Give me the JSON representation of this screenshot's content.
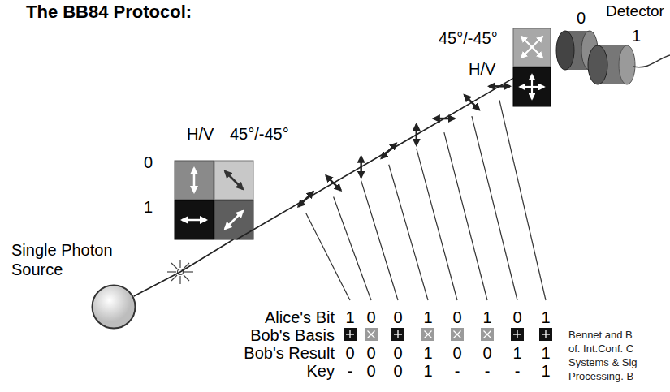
{
  "diagram": {
    "title": "The BB84 Protocol:",
    "nodes": [
      {
        "text": [
          "Single Photon Source"
        ]
      },
      {
        "text": [
          "H/V",
          "45°/-45°",
          "0",
          "1"
        ]
      },
      {
        "text": [
          "45°/-45°",
          "H/V"
        ]
      },
      {
        "text": [
          "Detector",
          "0",
          "1"
        ]
      }
    ],
    "edges": [
      {
        "from": 0,
        "to": 1,
        "arrow": "none"
      },
      {
        "from": 1,
        "to": 2,
        "arrow": "none"
      }
    ],
    "labels": [
      "Alice's Bit",
      "1",
      "0",
      "0",
      "1",
      "0",
      "1",
      "0",
      "1",
      "Bob's Basis",
      "Bob's Result",
      "0",
      "0",
      "0",
      "1",
      "0",
      "0",
      "1",
      "1",
      "Key",
      "-",
      "0",
      "0",
      "1",
      "-",
      "-",
      "-",
      "1",
      "Bennet and B",
      "of. Int.Conf. C",
      "Systems & Sig",
      "Processing. B"
    ]
  }
}
